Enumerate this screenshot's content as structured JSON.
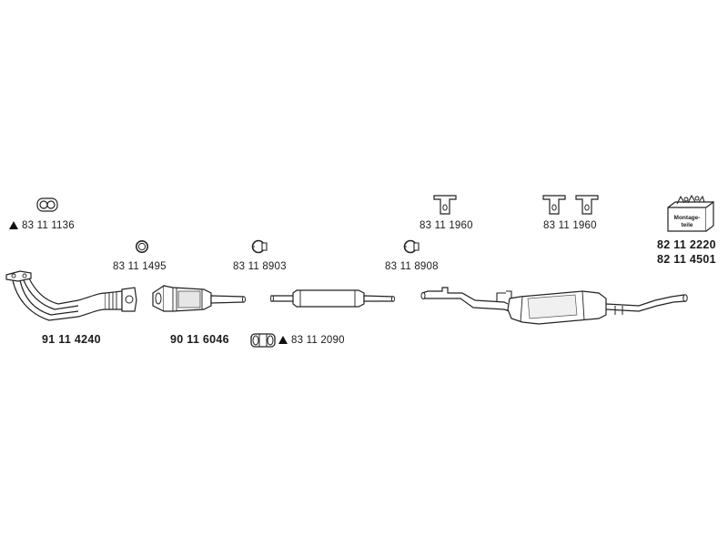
{
  "parts": {
    "flange_gasket": {
      "code": "83 11 1136",
      "assembly_marker": true
    },
    "ring": {
      "code": "83 11 1495"
    },
    "clamp_a": {
      "code": "83 11 8903"
    },
    "clamp_b": {
      "code": "83 11 8908"
    },
    "hanger_a": {
      "code": "83 11 1960"
    },
    "hanger_b": {
      "code": "83 11 1960"
    },
    "front_pipe": {
      "code": "91 11 4240"
    },
    "catalytic_converter": {
      "code": "90 11 6046"
    },
    "sleeve_clamp": {
      "code": "83 11 2090",
      "assembly_marker": true
    },
    "mounting_kit": {
      "codes": [
        "82 11 2220",
        "82 11 4501"
      ],
      "box_text": "Montage-teile"
    }
  }
}
